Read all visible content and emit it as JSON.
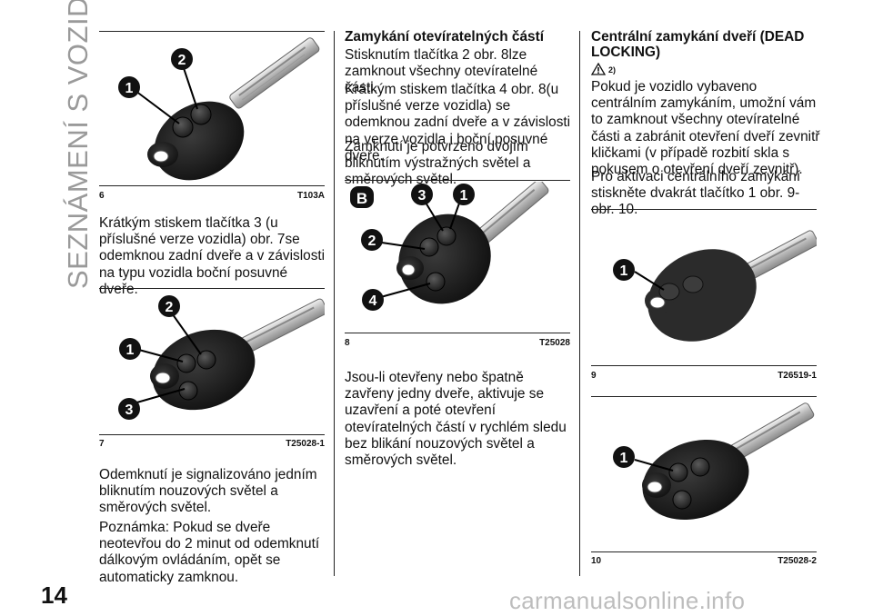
{
  "sidebar": {
    "section_title": "SEZNÁMENÍ S VOZIDLEM"
  },
  "page_number": "14",
  "watermark": "carmanualsonline.info",
  "col1": {
    "fig6": {
      "number": "6",
      "code": "T103A",
      "callouts": [
        "1",
        "2"
      ]
    },
    "para_fig6": "Krátkým stiskem tlačítka 3 (u příslušné verze vozidla) obr. 7se odemknou zadní dveře a v závislosti na typu vozidla boční posuvné dveře.",
    "fig7": {
      "number": "7",
      "code": "T25028-1",
      "callouts": [
        "1",
        "2",
        "3"
      ]
    },
    "para_unlock": "Odemknutí je signalizováno jedním bliknutím nouzových světel a směrových světel.",
    "para_note": "Poznámka: Pokud se dveře neotevřou do 2 minut od odemknutí dálkovým ovládáním, opět se automaticky zamknou."
  },
  "col2": {
    "heading": "Zamykání otevíratelných částí",
    "para_lock": "Stisknutím tlačítka 2 obr. 8lze zamknout všechny otevíratelné části.",
    "para_lock_rear": "Krátkým stiskem tlačítka 4 obr. 8(u příslušné verze vozidla) se odemknou zadní dveře a v závislosti na verze vozidla i boční posuvné dveře.",
    "para_confirm": "Zamknutí je potvrzeno dvojím bliknutím výstražných světel a směrových světel.",
    "fig8": {
      "number": "8",
      "code": "T25028",
      "callouts": [
        "B",
        "3",
        "1",
        "2",
        "4"
      ]
    },
    "para_open": "Jsou-li otevřeny nebo špatně zavřeny jedny dveře, aktivuje se uzavření a poté otevření otevíratelných částí v rychlém sledu bez blikání nouzových světel a směrových světel."
  },
  "col3": {
    "heading": "Centrální zamykání dveří (DEAD LOCKING)",
    "warning_ref": "2)",
    "para_dead1": "Pokud je vozidlo vybaveno centrálním zamykáním, umožní vám to zamknout všechny otevíratelné části a zabránit otevření dveří zevnitř kličkami (v případě rozbití skla s pokusem o otevření dveří zevnitř).",
    "para_dead2": "Pro aktivaci centrálního zamykání stiskněte dvakrát tlačítko 1 obr. 9-obr. 10.",
    "fig9": {
      "number": "9",
      "code": "T26519-1",
      "callouts": [
        "1"
      ]
    },
    "fig10": {
      "number": "10",
      "code": "T25028-2",
      "callouts": [
        "1"
      ]
    }
  }
}
